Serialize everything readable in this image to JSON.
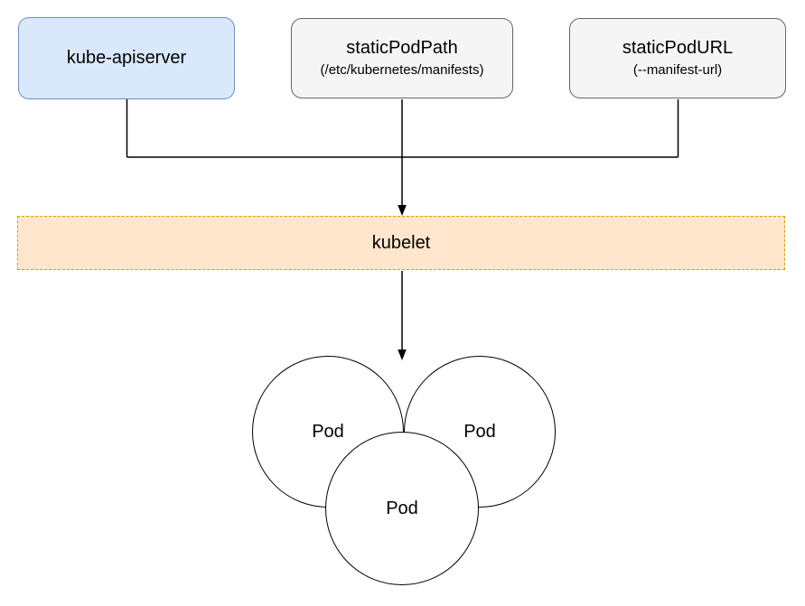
{
  "diagram": {
    "nodes": {
      "kube_apiserver": {
        "label": "kube-apiserver"
      },
      "static_pod_path": {
        "label": "staticPodPath",
        "sublabel": "(/etc/kubernetes/manifests)"
      },
      "static_pod_url": {
        "label": "staticPodURL",
        "sublabel": "(--manifest-url)"
      },
      "kubelet": {
        "label": "kubelet"
      },
      "pods": [
        {
          "label": "Pod"
        },
        {
          "label": "Pod"
        },
        {
          "label": "Pod"
        }
      ]
    },
    "colors": {
      "apiserver_fill": "#dae8fc",
      "apiserver_border": "#6c8ebf",
      "gray_fill": "#f5f5f5",
      "gray_border": "#666666",
      "kubelet_fill": "#ffe6cc",
      "kubelet_border": "#d79b00",
      "line_color": "#000000"
    }
  }
}
